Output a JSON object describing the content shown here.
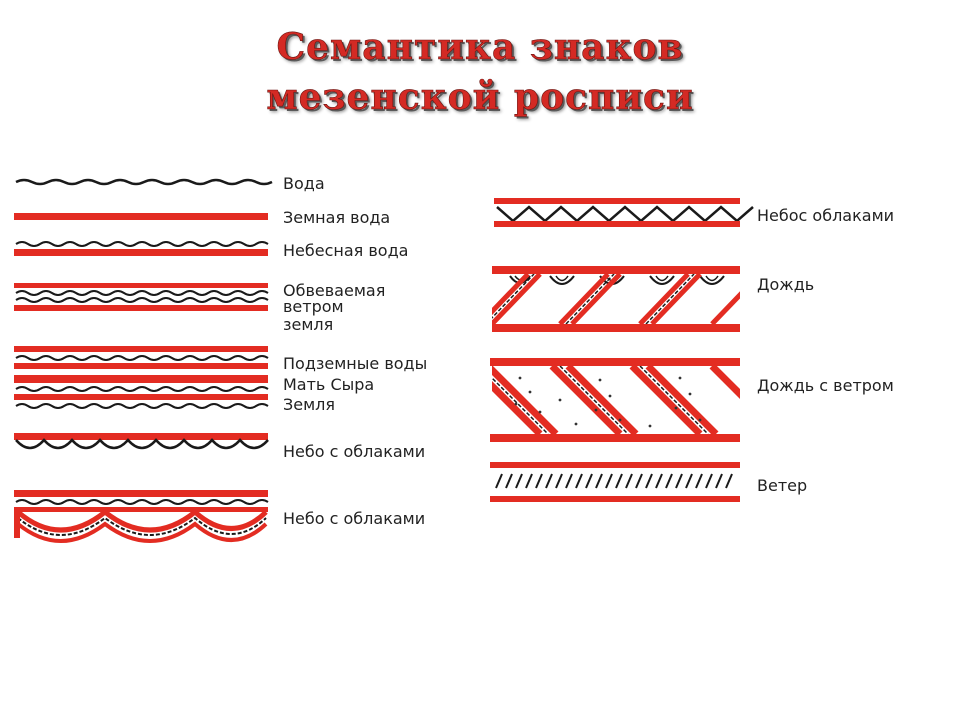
{
  "title": {
    "line1": "Семантика знаков",
    "line2": "мезенской росписи"
  },
  "colors": {
    "red": "#e32c22",
    "black": "#1a1a1a",
    "title": "#d42a24"
  },
  "left_column": [
    {
      "label": "Вода"
    },
    {
      "label": "Земная вода"
    },
    {
      "label": "Небесная вода"
    },
    {
      "label_lines": [
        "Обвеваемая",
        "ветром",
        "земля"
      ]
    },
    {
      "label_lines": [
        "Подземные воды",
        "Мать Сыра",
        "Земля"
      ]
    },
    {
      "label": "Небо с облаками"
    },
    {
      "label": "Небо с облаками"
    }
  ],
  "right_column": [
    {
      "label": "Небос облаками"
    },
    {
      "label": "Дождь"
    },
    {
      "label": "Дождь с ветром"
    },
    {
      "label": "Ветер"
    }
  ]
}
